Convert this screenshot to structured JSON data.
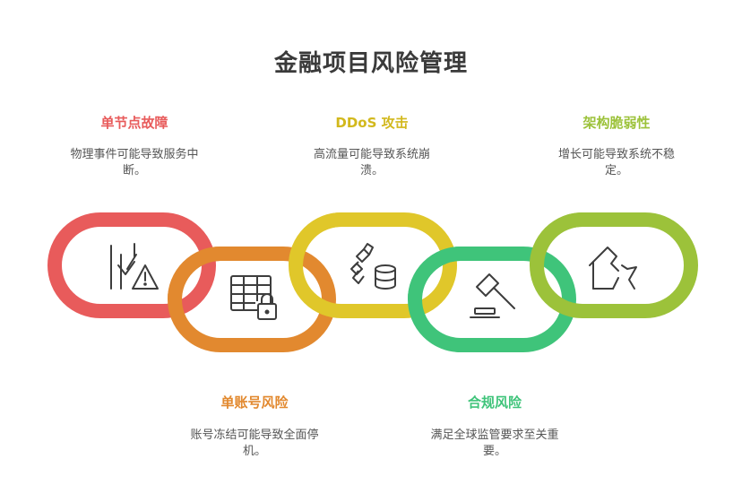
{
  "title": "金融项目风险管理",
  "colors": {
    "red": "#e85b5b",
    "orange": "#e2892f",
    "yellow": "#e0c72a",
    "green": "#3fc47a",
    "olive": "#9cc23a",
    "icon": "#3d3d3d"
  },
  "risks": [
    {
      "label": "单节点故障",
      "desc1": "物理事件可能导致服务中",
      "desc2": "断。",
      "icon": "server-warning-icon"
    },
    {
      "label": "单账号风险",
      "desc1": "账号冻结可能导致全面停",
      "desc2": "机。",
      "icon": "locked-table-icon"
    },
    {
      "label": "DDoS 攻击",
      "desc1": "高流量可能导致系统崩",
      "desc2": "溃。",
      "icon": "satellite-database-icon"
    },
    {
      "label": "合规风险",
      "desc1": "满足全球监管要求至关重",
      "desc2": "要。",
      "icon": "gavel-icon"
    },
    {
      "label": "架构脆弱性",
      "desc1": "增长可能导致系统不稳",
      "desc2": "定。",
      "icon": "broken-house-icon"
    }
  ]
}
